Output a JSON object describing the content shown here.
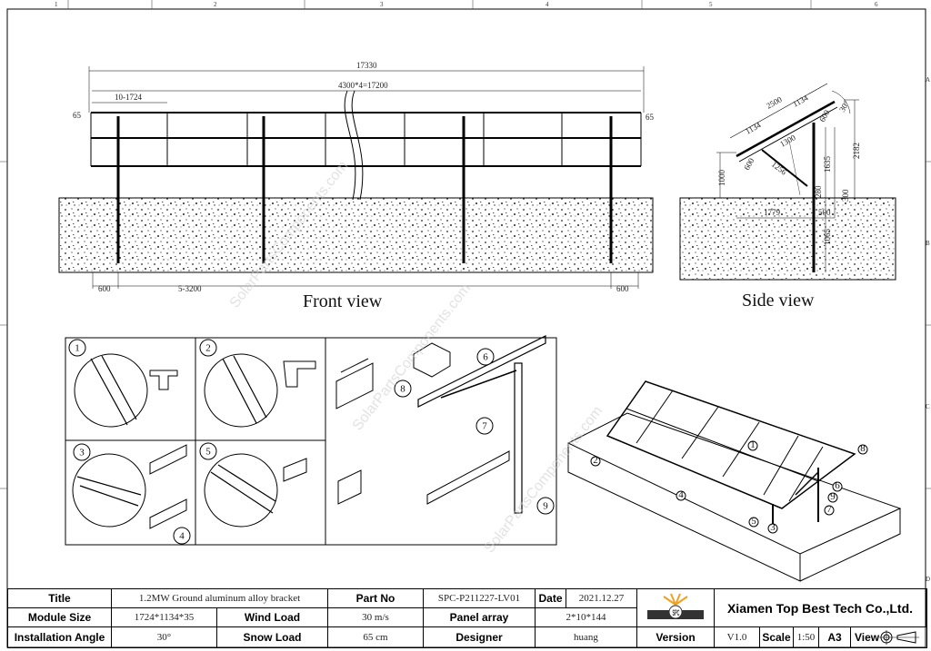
{
  "zones": {
    "columns": [
      "1",
      "2",
      "3",
      "4",
      "5",
      "6"
    ],
    "rows": [
      "A",
      "B",
      "C",
      "D"
    ]
  },
  "front_view": {
    "label": "Front view",
    "dims": {
      "overall": "17330",
      "span": "4300*4=17200",
      "module": "10-1724",
      "edge_left": "65",
      "edge_right": "65",
      "end_left": "600",
      "posts": "5-3200",
      "end_right": "600"
    }
  },
  "side_view": {
    "label": "Side view",
    "dims": {
      "length": "2500",
      "module_a": "1134",
      "module_b": "1134",
      "angle": "30°",
      "beam": "1300",
      "brace": "1256",
      "overhang": "600",
      "top_offset": "600",
      "front_height": "1000",
      "post_height": "1635",
      "total_height": "2182",
      "base": "1779",
      "post_base": "500",
      "embed": "1065",
      "foot": "280",
      "ground": "300"
    }
  },
  "details": {
    "callouts": [
      "1",
      "2",
      "3",
      "4",
      "5",
      "6",
      "7",
      "8",
      "9"
    ]
  },
  "iso_view": {
    "callouts": [
      "1",
      "2",
      "3",
      "4",
      "5",
      "6",
      "7",
      "8",
      "9"
    ]
  },
  "watermark": "SolarPartsComponents.com",
  "title_block": {
    "title_label": "Title",
    "title_value": "1.2MW Ground aluminum alloy bracket",
    "part_no_label": "Part No",
    "part_no_value": "SPC-P211227-LV01",
    "date_label": "Date",
    "date_value": "2021.12.27",
    "module_size_label": "Module Size",
    "module_size_value": "1724*1134*35",
    "wind_load_label": "Wind Load",
    "wind_load_value": "30 m/s",
    "panel_array_label": "Panel array",
    "panel_array_value": "2*10*144",
    "installation_angle_label": "Installation Angle",
    "installation_angle_value": "30°",
    "snow_load_label": "Snow Load",
    "snow_load_value": "65 cm",
    "designer_label": "Designer",
    "designer_value": "huang",
    "version_label": "Version",
    "version_value": "V1.0",
    "scale_label": "Scale",
    "scale_value": "1:50",
    "paper_size": "A3",
    "view_label": "View",
    "company": "Xiamen Top Best Tech Co.,Ltd.",
    "logo_text": "SPC"
  }
}
